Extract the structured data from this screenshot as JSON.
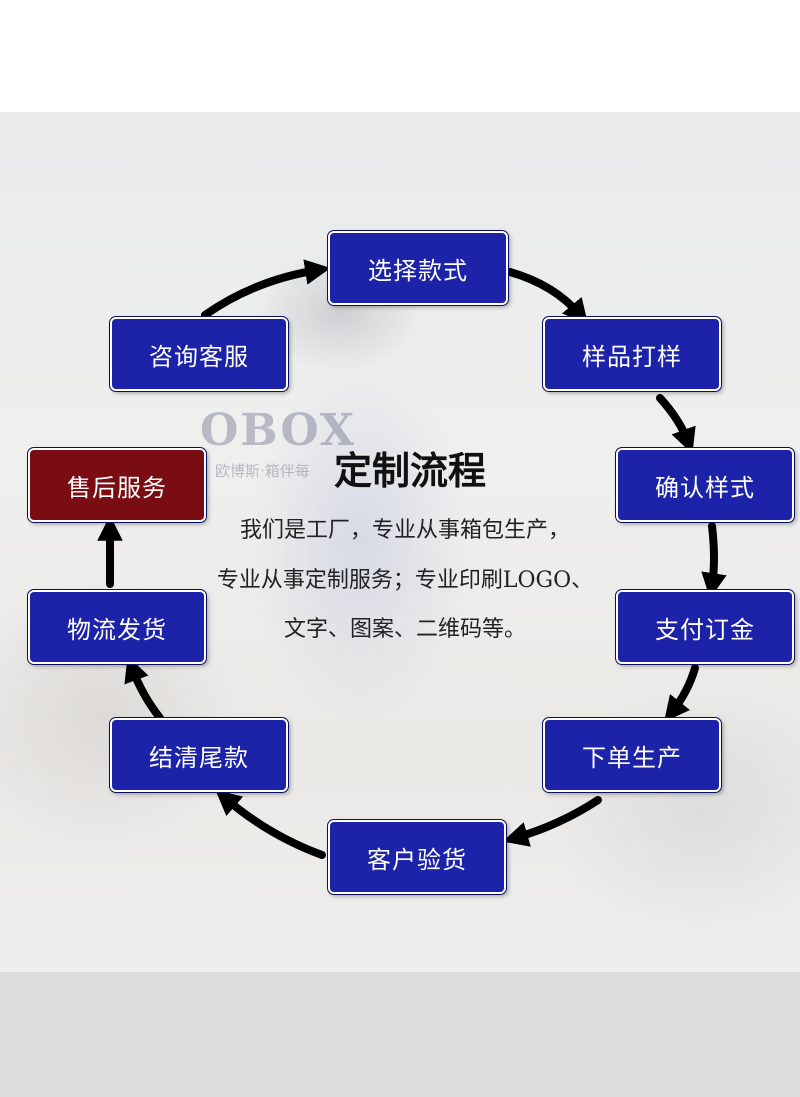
{
  "watermark": {
    "brand": "OBOX",
    "tagline": "欧博斯·箱伴每"
  },
  "center": {
    "title": "定制流程",
    "lines": [
      "我们是工厂，专业从事箱包生产，",
      "专业从事定制服务；专业印刷LOGO、",
      "文字、图案、二维码等。"
    ]
  },
  "steps": {
    "select_style": "选择款式",
    "sample": "样品打样",
    "confirm_style": "确认样式",
    "pay_deposit": "支付订金",
    "production": "下单生产",
    "inspection": "客户验货",
    "final_payment": "结清尾款",
    "logistics": "物流发货",
    "after_sales": "售后服务",
    "consult": "咨询客服"
  },
  "colors": {
    "step_box": "#1c23a8",
    "after_sales_box": "#7a0d13",
    "arrow": "#000000"
  }
}
